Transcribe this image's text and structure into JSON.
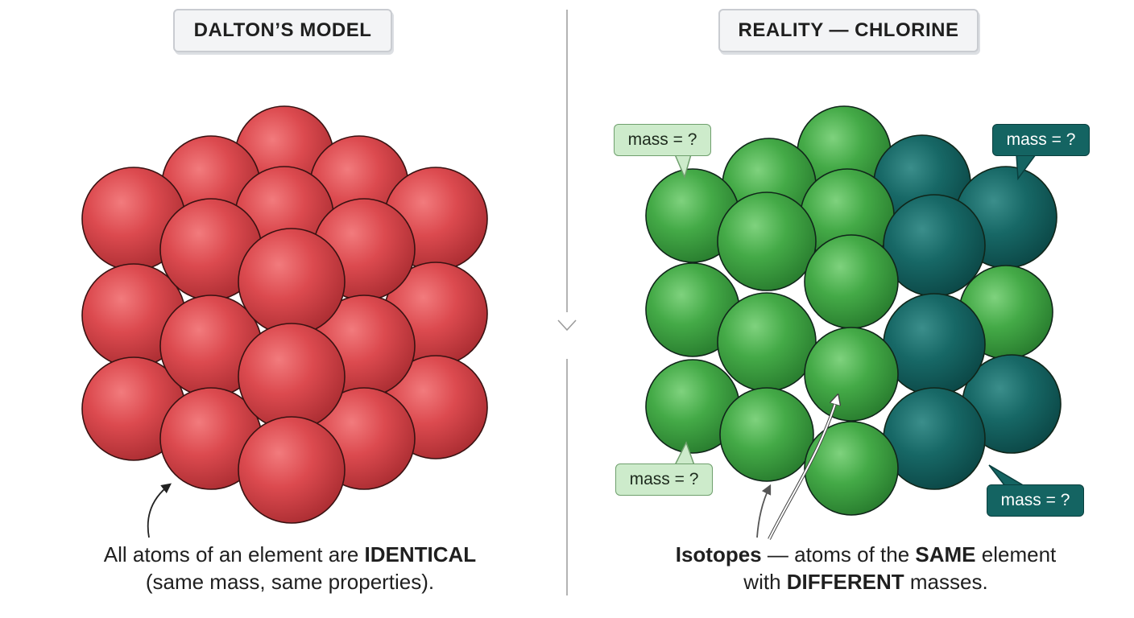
{
  "left_panel": {
    "title": "DALTON’S MODEL",
    "caption_line1_prefix": "All atoms of an element are ",
    "caption_line1_bold": "IDENTICAL",
    "caption_line2": "(same mass, same properties).",
    "atom_color": "#d9454a"
  },
  "right_panel": {
    "title": "REALITY — CHLORINE",
    "caption_line1_bold_a": "Isotopes",
    "caption_line1_mid": " — atoms of the ",
    "caption_line1_bold_b": "SAME",
    "caption_line1_suffix": " element",
    "caption_line2_prefix": "with ",
    "caption_line2_bold": "DIFFERENT",
    "caption_line2_suffix": " masses.",
    "isotope_a_color": "#3fa544",
    "isotope_b_color": "#136462",
    "labels": [
      {
        "text": "mass = ?",
        "style": "light"
      },
      {
        "text": "mass = ?",
        "style": "dark"
      },
      {
        "text": "mass = ?",
        "style": "light"
      },
      {
        "text": "mass = ?",
        "style": "dark"
      }
    ]
  }
}
